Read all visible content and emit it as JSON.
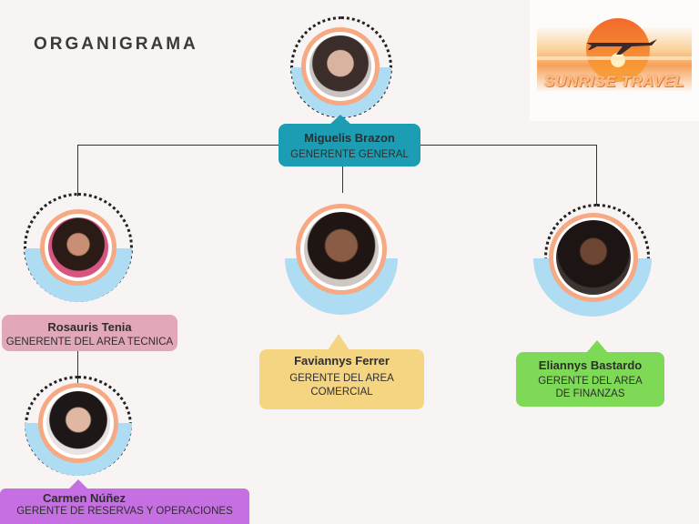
{
  "title": "ORGANIGRAMA",
  "logo": {
    "text": "SUNRISE TRAVEL",
    "icon": "airplane-sunset-logo"
  },
  "colors": {
    "ring": "#f6a982",
    "arc": "#aedcf3",
    "ceo": "#1c9db3",
    "tecnica": "#e2a7b9",
    "comercial": "#f5d581",
    "finanzas": "#7ed957",
    "reservas": "#c66fe3"
  },
  "people": {
    "ceo": {
      "name": "Miguelis Brazon",
      "role": "GENERENTE GENERAL"
    },
    "tecnica": {
      "name": "Rosauris Tenia",
      "role": "GENERENTE DEL AREA TECNICA"
    },
    "comercial": {
      "name": "Faviannys Ferrer",
      "role_line1": "GERENTE  DEL AREA",
      "role_line2": "COMERCIAL"
    },
    "finanzas": {
      "name": "Eliannys Bastardo",
      "role_line1": "GERENTE DEL AREA",
      "role_line2": "DE FINANZAS"
    },
    "reservas": {
      "name": "Carmen Núñez",
      "role": "GERENTE DE RESERVAS Y OPERACIONES"
    }
  }
}
